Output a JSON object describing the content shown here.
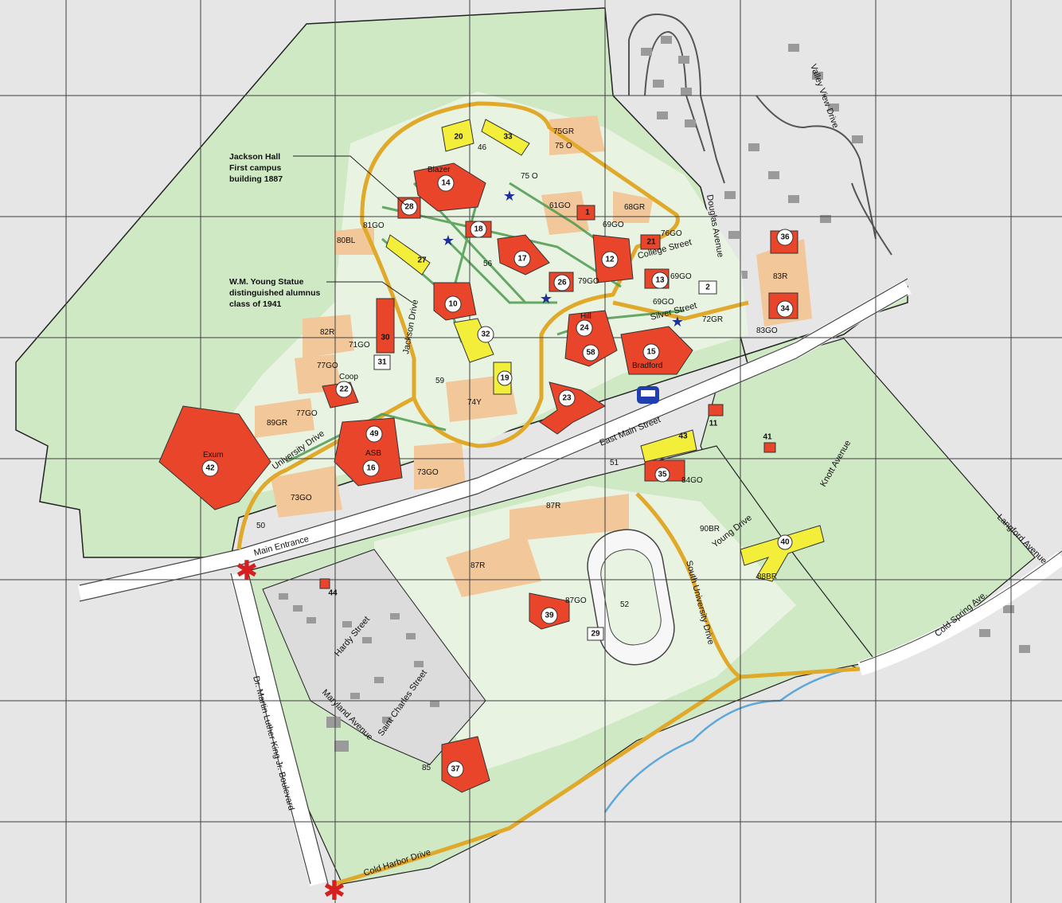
{
  "notes": {
    "jackson": [
      "Jackson Hall",
      "First campus",
      "building 1887"
    ],
    "young": [
      "W.M. Young Statue",
      "distinguished alumnus",
      "class of 1941"
    ]
  },
  "streets": {
    "main_entrance": "Main Entrance",
    "east_main": "East Main Street",
    "university_drive": "University Drive",
    "jackson_drive": "Jackson Drive",
    "douglas": "Douglas Avenue",
    "valley_view": "Valley View Drive",
    "college": "College Street",
    "silver": "Silver Street",
    "knott": "Knott Avenue",
    "langford": "Langford Avenue",
    "cold_spring": "Cold Spring Ave.",
    "young_drive": "Young Drive",
    "south_university": "South University Drive",
    "hardy": "Hardy Street",
    "maryland": "Maryland Avenue",
    "saint_charles": "Saint Charles Street",
    "mlk": "Dr. Martin Luther King Jr. Boulevard",
    "cold_harbor": "Cold Harbor Drive"
  },
  "buildings": {
    "b14": "14",
    "b20": "20",
    "b33": "33",
    "b28": "28",
    "b27": "27",
    "b18": "18",
    "b17": "17",
    "b12": "12",
    "b1": "1",
    "b21": "21",
    "b13": "13",
    "b2": "2",
    "b10": "10",
    "b26": "26",
    "b32": "32",
    "b24": "24",
    "b58": "58",
    "b15": "15",
    "b30": "30",
    "b31": "31",
    "b22": "22",
    "b19": "19",
    "b23": "23",
    "b49": "49",
    "b16": "16",
    "b42": "42",
    "b36": "36",
    "b34": "34",
    "b43": "43",
    "b11": "11",
    "b41": "41",
    "b35": "35",
    "b40": "40",
    "b39": "39",
    "b29": "29",
    "b44": "44",
    "b37": "37"
  },
  "building_names": {
    "blazer": "Blazer",
    "hill": "Hill",
    "bradford": "Bradford",
    "coop": "Coop",
    "asb": "ASB",
    "exum": "Exum"
  },
  "lots": {
    "l75gr": "75GR",
    "l75o_a": "75 O",
    "l75o_b": "75 O",
    "l46": "46",
    "l81go_a": "81GO",
    "l80bl": "80BL",
    "l61go": "61GO",
    "l69go": "69GO",
    "l68gr": "68GR",
    "l76go": "76GO",
    "l56": "56",
    "l79go": "79GO",
    "l69go_b": "69GO",
    "l69go_c": "69GO",
    "l72gr": "72GR",
    "l83r": "83R",
    "l83go": "83GO",
    "l82r": "82R",
    "l71go": "71GO",
    "l77go_a": "77GO",
    "l59": "59",
    "l74y": "74Y",
    "l77go_b": "77GO",
    "l89gr": "89GR",
    "l73go_a": "73GO",
    "l73go_b": "73GO",
    "l50": "50",
    "l51": "51",
    "l84go": "84GO",
    "l87r_a": "87R",
    "l87r_b": "87R",
    "l90br": "90BR",
    "l88br": "88BR",
    "l87go": "87GO",
    "l52": "52",
    "l85": "85"
  },
  "colors": {
    "campus_green": "#cfe9c4",
    "grass_light": "#e9f3e2",
    "building_red": "#e8452a",
    "building_yellow": "#f2ee3a",
    "parking_tan": "#f2c79a",
    "road_gold": "#e0a92a",
    "path_green": "#4e9a50",
    "grid_line": "#404040",
    "offcampus_gray": "#d7d7d7",
    "house_gray": "#9a9a9a"
  },
  "icons": [
    "telephone-icon",
    "star-icon",
    "bus-icon",
    "entrance-star-icon"
  ]
}
